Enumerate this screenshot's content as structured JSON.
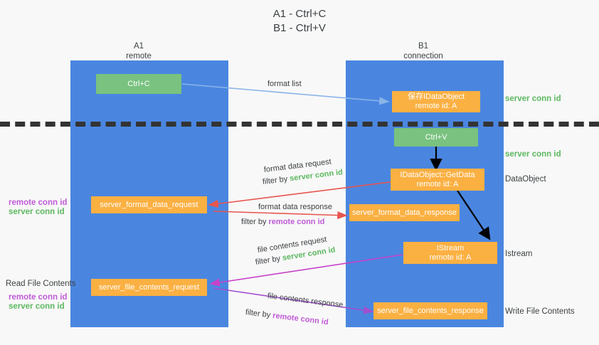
{
  "title": {
    "line1": "A1 - Ctrl+C",
    "line2": "B1 - Ctrl+V"
  },
  "columns": [
    {
      "name": "A1",
      "role": "remote"
    },
    {
      "name": "B1",
      "role": "connection"
    }
  ],
  "nodes": {
    "ctrl_c": "Ctrl+C",
    "ctrl_v": "Ctrl+V",
    "save_dataobject_title": "保存IDataObject",
    "save_dataobject_sub": "remote id: A",
    "getdata_title": "IDataObject::GetData",
    "getdata_sub": "remote id: A",
    "istream_title": "IStream",
    "istream_sub": "remote id: A",
    "server_format_data_request": "server_format_data_request",
    "server_format_data_response": "server_format_data_response",
    "server_file_contents_request": "server_file_contents_request",
    "server_file_contents_response": "server_file_contents_response"
  },
  "edges": {
    "format_list": "format list",
    "format_data_request": "format data request",
    "format_data_request_filter_prefix": "filter by ",
    "format_data_request_filter_key": "server conn id",
    "format_data_response": "format data response",
    "format_data_response_filter_prefix": "filter by ",
    "format_data_response_filter_key": "remote conn id",
    "file_contents_request": "file contents request",
    "file_contents_request_filter_prefix": "filter by ",
    "file_contents_request_filter_key": "server conn id",
    "file_contents_response": "file contents response",
    "file_contents_response_filter_prefix": "filter by ",
    "file_contents_response_filter_key": "remote conn id"
  },
  "annotations": {
    "right_server_conn_id_top": "server conn id",
    "right_server_conn_id_mid": "server conn id",
    "right_dataobject": "DataObject",
    "right_istream": "Istream",
    "right_write_file_contents": "Write File Contents",
    "left_remote_conn_id_1": "remote conn id",
    "left_server_conn_id_1": "server conn id",
    "left_read_file_contents": "Read File Contents",
    "left_remote_conn_id_2": "remote conn id",
    "left_server_conn_id_2": "server conn id"
  },
  "colors": {
    "lane_blue": "#4a86e0",
    "node_green": "#79c27f",
    "node_orange": "#fbb042",
    "arrow_light_blue": "#8ab4e8",
    "arrow_red": "#e8554f",
    "arrow_magenta": "#c841c8",
    "arrow_purple": "#a24fd0",
    "arrow_black": "#000000",
    "text_green": "#5cb860",
    "text_purple": "#c05ad6",
    "dash_line": "#333333"
  }
}
